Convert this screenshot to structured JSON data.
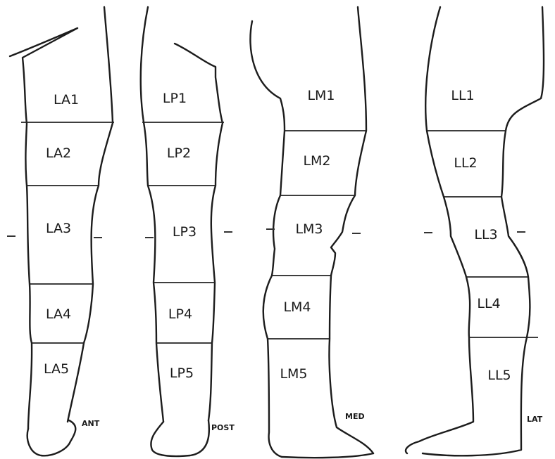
{
  "limbs": [
    {
      "view_label": "ANT",
      "segments": [
        "LA1",
        "LA2",
        "LA3",
        "LA4",
        "LA5"
      ]
    },
    {
      "view_label": "POST",
      "segments": [
        "LP1",
        "LP2",
        "LP3",
        "LP4",
        "LP5"
      ]
    },
    {
      "view_label": "MED",
      "segments": [
        "LM1",
        "LM2",
        "LM3",
        "LM4",
        "LM5"
      ]
    },
    {
      "view_label": "LAT",
      "segments": [
        "LL1",
        "LL2",
        "LL3",
        "LL4",
        "LL5"
      ]
    }
  ]
}
